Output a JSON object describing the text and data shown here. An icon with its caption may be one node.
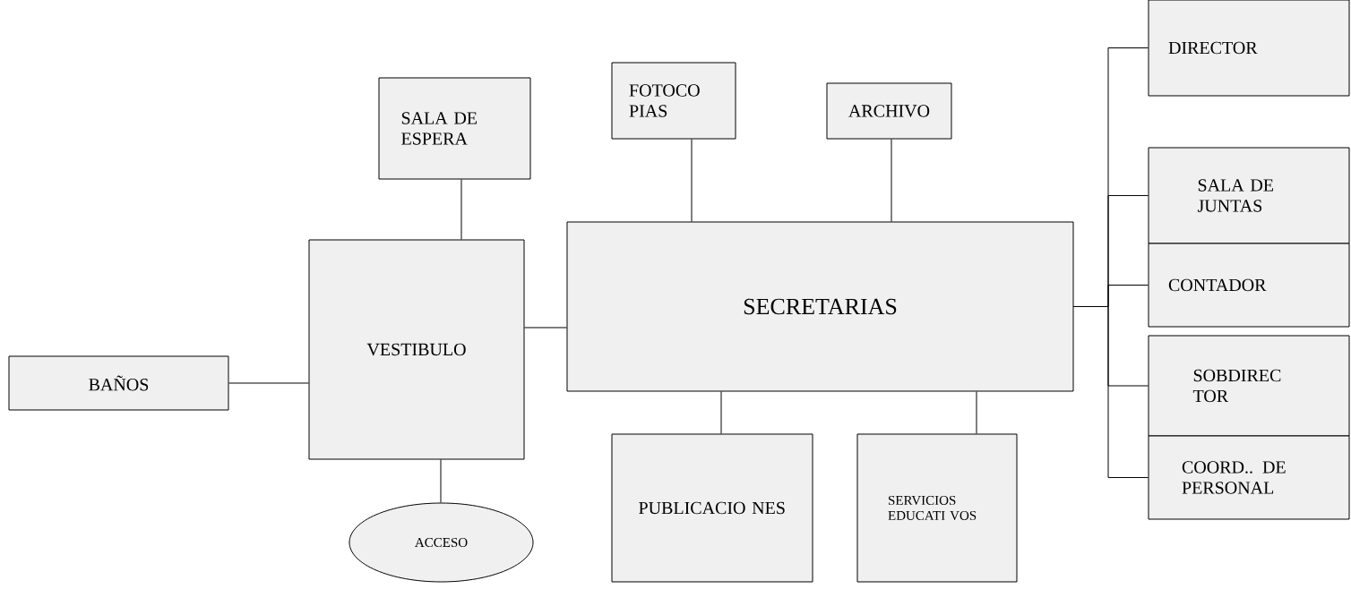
{
  "diagram": {
    "nodes": [
      {
        "text": [
          "BAÑOS"
        ]
      },
      {
        "text": [
          "VESTIBULO"
        ]
      },
      {
        "text": [
          "SALA DE ESPERA"
        ]
      },
      {
        "text": [
          "ACCESO"
        ]
      },
      {
        "text": [
          "FOTOCO PIAS"
        ]
      },
      {
        "text": [
          "ARCHIVO"
        ]
      },
      {
        "text": [
          "SECRETARIAS"
        ]
      },
      {
        "text": [
          "PUBLICACIO NES"
        ]
      },
      {
        "text": [
          "SERVICIOS EDUCATI VOS"
        ]
      },
      {
        "text": [
          "DIRECTOR"
        ]
      },
      {
        "text": [
          "SALA DE JUNTAS"
        ]
      },
      {
        "text": [
          "CONTADOR"
        ]
      },
      {
        "text": [
          "SOBDIREC TOR"
        ]
      },
      {
        "text": [
          "COORD.. DE PERSONAL"
        ]
      }
    ],
    "edges": [
      {
        "from": 0,
        "to": 1,
        "arrow": "none"
      },
      {
        "from": 1,
        "to": 2,
        "arrow": "none"
      },
      {
        "from": 1,
        "to": 3,
        "arrow": "none"
      },
      {
        "from": 1,
        "to": 6,
        "arrow": "none"
      },
      {
        "from": 6,
        "to": 4,
        "arrow": "none"
      },
      {
        "from": 6,
        "to": 5,
        "arrow": "none"
      },
      {
        "from": 6,
        "to": 7,
        "arrow": "none"
      },
      {
        "from": 6,
        "to": 8,
        "arrow": "none"
      },
      {
        "from": 6,
        "to": 9,
        "arrow": "none"
      },
      {
        "from": 6,
        "to": 10,
        "arrow": "none"
      },
      {
        "from": 6,
        "to": 11,
        "arrow": "none"
      },
      {
        "from": 6,
        "to": 12,
        "arrow": "none"
      },
      {
        "from": 6,
        "to": 13,
        "arrow": "none"
      }
    ]
  }
}
